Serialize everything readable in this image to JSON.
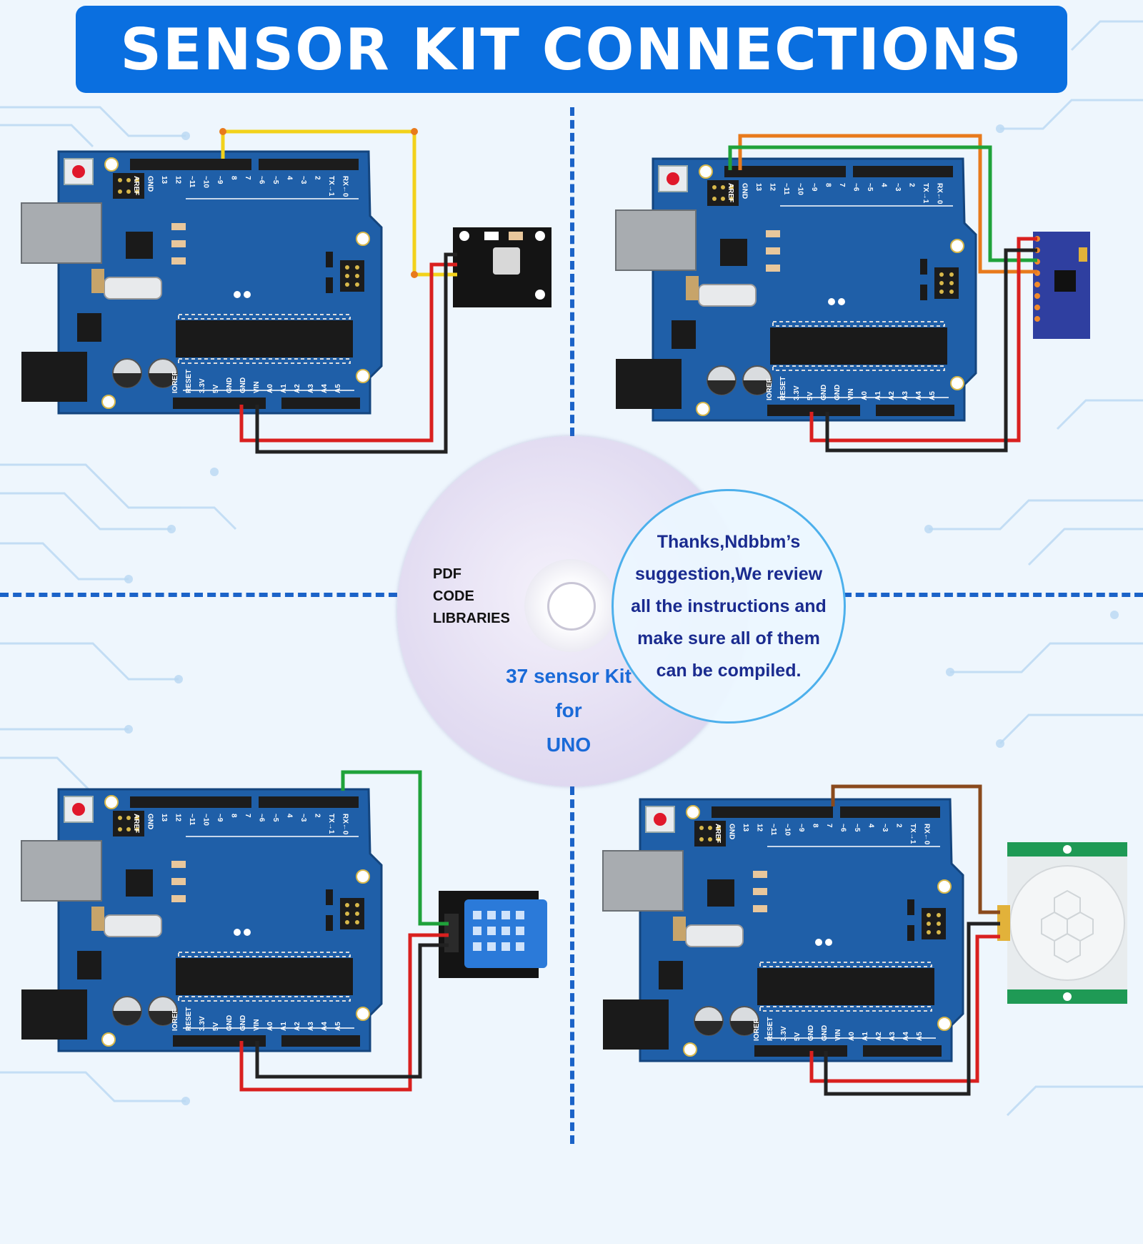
{
  "title": "SENSOR KIT CONNECTIONS",
  "board": {
    "header_top_labels": [
      "AREF",
      "GND",
      "13",
      "12",
      "~11",
      "~10",
      "~9",
      "8",
      "7",
      "~6",
      "~5",
      "4",
      "~3",
      "2",
      "TX→1",
      "RX←0"
    ],
    "header_bottom_labels": [
      "IOREF",
      "RESET",
      "3.3V",
      "5V",
      "GND",
      "GND",
      "VIN",
      "A0",
      "A1",
      "A2",
      "A3",
      "A4",
      "A5"
    ]
  },
  "cd": {
    "files": [
      "PDF",
      "CODE",
      "LIBRARIES"
    ],
    "caption": [
      "37 sensor Kit",
      "for",
      "UNO"
    ]
  },
  "note": {
    "lines": [
      "Thanks,Ndbbm’s",
      "suggestion,We review",
      "all the instructions and",
      "make sure all of them",
      "can be compiled."
    ]
  },
  "colors": {
    "title_bg": "#0a6fe0",
    "board_blue": "#1f5fa8",
    "wire_yellow": "#f2d21b",
    "wire_red": "#d9201f",
    "wire_black": "#222222",
    "wire_green": "#1fa23a",
    "wire_orange": "#e87a1c",
    "wire_brown": "#8a4a1d"
  },
  "panels": [
    {
      "sensor": "ir-receiver-module",
      "wires": [
        "yellow",
        "red",
        "black"
      ]
    },
    {
      "sensor": "gy-521-imu-module",
      "wires": [
        "orange",
        "green",
        "red",
        "black"
      ]
    },
    {
      "sensor": "dht11-humidity-module",
      "wires": [
        "green",
        "red",
        "black"
      ]
    },
    {
      "sensor": "pir-motion-module",
      "wires": [
        "brown",
        "red",
        "black"
      ]
    }
  ]
}
